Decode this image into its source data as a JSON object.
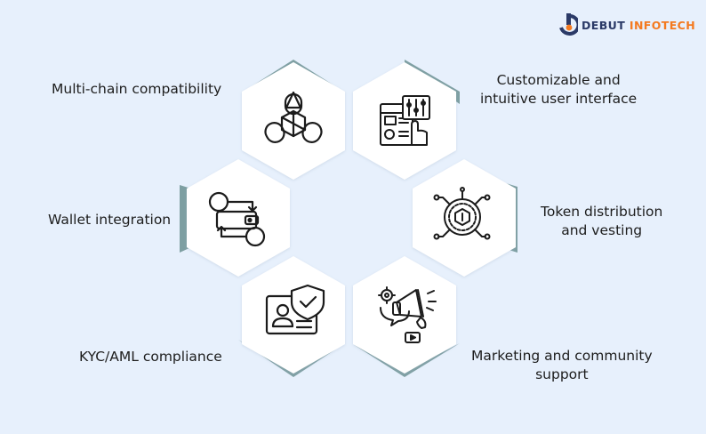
{
  "brand": {
    "name_part1": "DEBUT",
    "name_part2": "INFOTECH",
    "colors": {
      "primary": "#2b3a67",
      "accent": "#f47a20"
    }
  },
  "features": [
    {
      "id": "multi-chain",
      "lines": [
        "Multi-chain compatibility"
      ],
      "icon": "chain-link-icon"
    },
    {
      "id": "ui",
      "lines": [
        "Customizable and",
        "intuitive user interface"
      ],
      "icon": "dashboard-interface-icon"
    },
    {
      "id": "wallet",
      "lines": [
        "Wallet integration"
      ],
      "icon": "wallet-transfer-icon"
    },
    {
      "id": "token",
      "lines": [
        "Token distribution",
        "and vesting"
      ],
      "icon": "token-circuit-icon"
    },
    {
      "id": "kyc",
      "lines": [
        "KYC/AML compliance"
      ],
      "icon": "id-card-shield-icon"
    },
    {
      "id": "marketing",
      "lines": [
        "Marketing and community",
        "support"
      ],
      "icon": "megaphone-icon"
    }
  ],
  "colors": {
    "background": "#e7f0fc",
    "hexagon": "#ffffff",
    "hexagon_accent": "#7e9fa2",
    "icon_stroke": "#1b1b1b"
  }
}
